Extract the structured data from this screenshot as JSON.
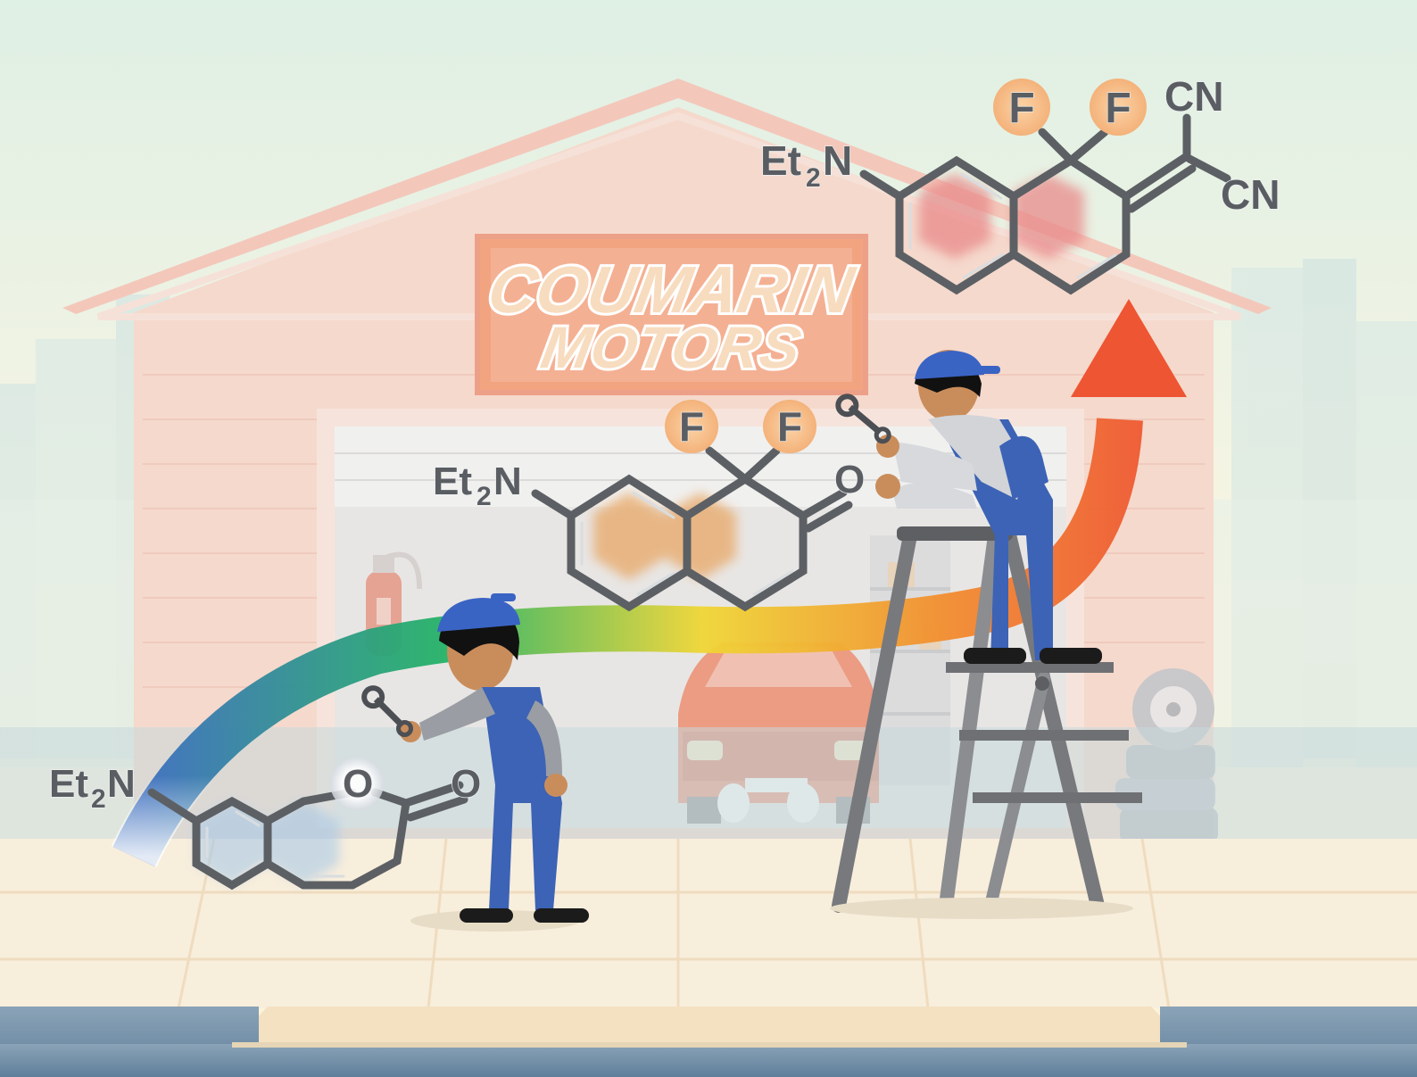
{
  "sign": {
    "line1": "COUMARIN",
    "line2": "MOTORS"
  },
  "molecule_1": {
    "substituent": "Et",
    "subscript": "2",
    "nitrogen": "N",
    "ring_oxygen": "O",
    "carbonyl_oxygen": "O",
    "ring_tint": "#a9c9e6"
  },
  "molecule_2": {
    "substituent": "Et",
    "subscript": "2",
    "nitrogen": "N",
    "fluorine_1": "F",
    "fluorine_2": "F",
    "carbonyl_oxygen": "O",
    "ring_tint": "#e8a766"
  },
  "molecule_3": {
    "substituent": "Et",
    "subscript": "2",
    "nitrogen": "N",
    "fluorine_1": "F",
    "fluorine_2": "F",
    "nitrile_1": "CN",
    "nitrile_2": "CN",
    "ring_tint": "#e98a8a"
  },
  "colors": {
    "sky_top": "#dff0e4",
    "sky_bottom": "#fbf3d8",
    "garage_wall": "#f5d9cc",
    "roof": "#f3c8bb",
    "sign_bg": "#f2a481",
    "sign_border": "#e9886a",
    "sidewalk": "#f8eedc",
    "road": "#6e8ea8",
    "overall_blue": "#3c63b5",
    "cap_blue": "#3a64c4",
    "skin": "#c98d5c",
    "car_red": "#ec8a6c",
    "ladder_grey": "#77797d",
    "arrow_red": "#ee5533",
    "fluorine_badge": "#f7c28e"
  },
  "gradient_arc": [
    "#3d6fc0",
    "#25b366",
    "#f0d635",
    "#ee5533"
  ]
}
